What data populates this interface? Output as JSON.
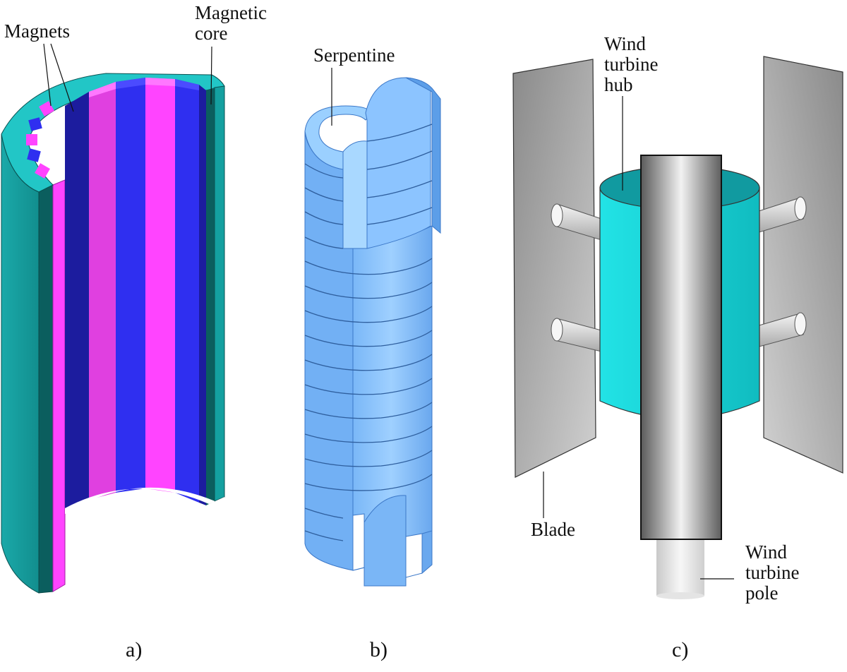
{
  "panels": {
    "a": {
      "caption": "a)",
      "labels": {
        "magnets": "Magnets",
        "magnetic_core": "Magnetic\ncore"
      }
    },
    "b": {
      "caption": "b)",
      "labels": {
        "serpentine": "Serpentine"
      }
    },
    "c": {
      "caption": "c)",
      "labels": {
        "hub": "Wind\nturbine\nhub",
        "blade": "Blade",
        "pole": "Wind\nturbine\npole"
      }
    }
  },
  "colors": {
    "core_teal": "#14a7a7",
    "core_top": "#24c8c8",
    "core_dark": "#0b5e5e",
    "magnet_magenta": "#ff44ff",
    "magnet_blue": "#2f2ff0",
    "magnet_navy": "#1c1c9e",
    "serpentine_blue": "#8cc4ff",
    "serpentine_dark": "#5c9ee8",
    "hub_cyan": "#17d2d6",
    "blade_gray": "#a8a8a8",
    "pole_gray": "#d8d8d8"
  }
}
